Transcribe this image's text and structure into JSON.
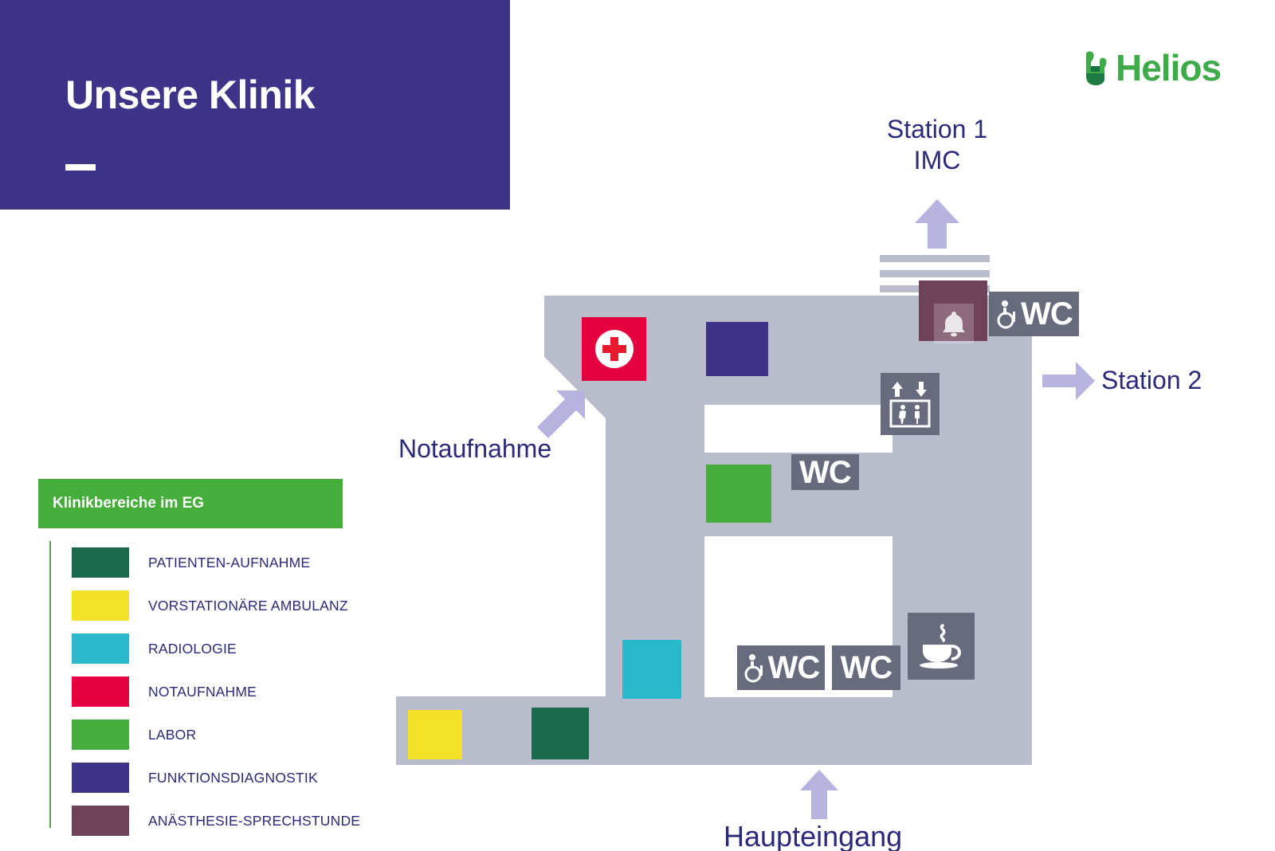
{
  "title": {
    "heading": "Unsere Klinik"
  },
  "brand": {
    "name": "Helios",
    "color": "#3faa49",
    "mark": "helios-leaf-h"
  },
  "legend": {
    "header": "Klinikbereiche im EG",
    "items": [
      {
        "label": "PATIENTEN-AUFNAHME",
        "color": "#1a6b4e"
      },
      {
        "label": "VORSTATIONÄRE AMBULANZ",
        "color": "#f5e228"
      },
      {
        "label": "RADIOLOGIE",
        "color": "#2ab8cc"
      },
      {
        "label": "NOTAUFNAHME",
        "color": "#e4003f"
      },
      {
        "label": "LABOR",
        "color": "#45ad3a"
      },
      {
        "label": "FUNKTIONSDIAGNOSTIK",
        "color": "#3d3489"
      },
      {
        "label": "ANÄSTHESIE-SPRECHSTUNDE",
        "color": "#6e4258"
      }
    ]
  },
  "map": {
    "floor_fill": "#b9bcca",
    "sign_fill": "#676b7d",
    "arrow_color": "#b6b4de",
    "label_color": "#2b2a7a",
    "labels": {
      "station1_line1": "Station 1",
      "station1_line2": "IMC",
      "station2": "Station 2",
      "notaufnahme": "Notaufnahme",
      "haupteingang": "Haupteingang"
    },
    "signs": {
      "wc": "WC",
      "wc_accessible": "WC",
      "wc_bottom_accessible": "WC",
      "wc_bottom": "WC",
      "elevator": "elevator-icon",
      "cafe": "cafe-icon",
      "emergency": "emergency-cross-icon",
      "bell": "bell-icon"
    },
    "rooms": [
      {
        "name": "notaufnahme",
        "color": "#e4003f"
      },
      {
        "name": "funktionsdiagnostik",
        "color": "#3d3489"
      },
      {
        "name": "anaesthesie",
        "color": "#6e4258"
      },
      {
        "name": "labor",
        "color": "#45ad3a"
      },
      {
        "name": "radiologie",
        "color": "#2ab8cc"
      },
      {
        "name": "vorstationaere",
        "color": "#f5e228"
      },
      {
        "name": "patienten-aufnahme",
        "color": "#1a6b4e"
      }
    ]
  }
}
